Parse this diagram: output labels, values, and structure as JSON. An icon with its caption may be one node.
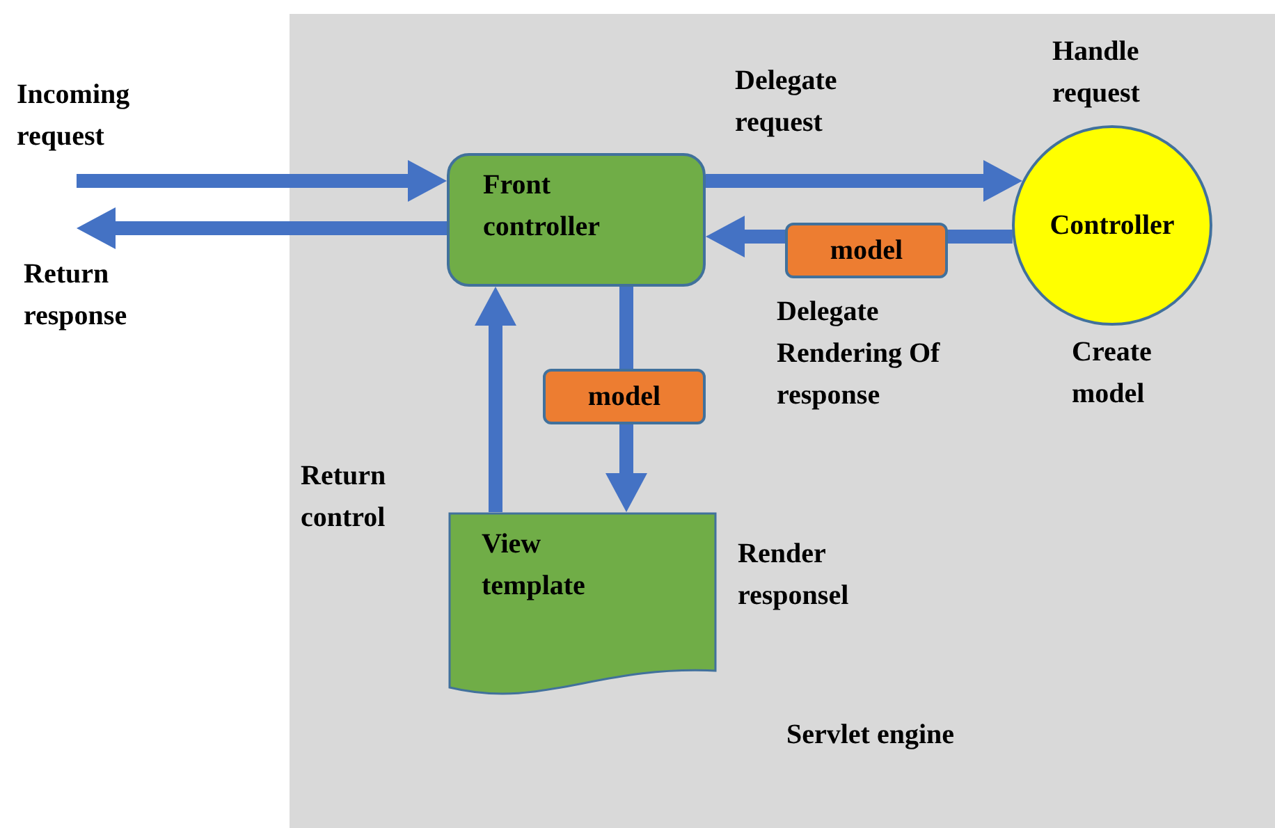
{
  "diagram": {
    "nodes": [
      {
        "text": [
          "Servlet engine"
        ]
      },
      {
        "text": [
          "Front controller"
        ],
        "in": 0
      },
      {
        "text": [
          "Controller"
        ],
        "in": 0,
        "beside": [
          "Handle request",
          "Create model"
        ]
      },
      {
        "text": [
          "model"
        ],
        "in": 0
      },
      {
        "text": [
          "model"
        ],
        "in": 0
      },
      {
        "text": [
          "View template"
        ],
        "in": 0,
        "beside": [
          "Render responsel"
        ]
      }
    ],
    "edges": [
      {
        "from": null,
        "to": 1,
        "arrow": "to",
        "label": "Incoming request"
      },
      {
        "from": 1,
        "to": null,
        "arrow": "to",
        "label": "Return response"
      },
      {
        "from": 1,
        "to": 2,
        "arrow": "to",
        "label": "Delegate request"
      },
      {
        "from": 2,
        "to": 3,
        "arrow": "none"
      },
      {
        "from": 3,
        "to": 1,
        "arrow": "to",
        "label": "Delegate Rendering Of response"
      },
      {
        "from": 1,
        "to": 4,
        "arrow": "none"
      },
      {
        "from": 4,
        "to": 5,
        "arrow": "to"
      },
      {
        "from": 5,
        "to": 1,
        "arrow": "to",
        "label": "Return control"
      }
    ]
  }
}
